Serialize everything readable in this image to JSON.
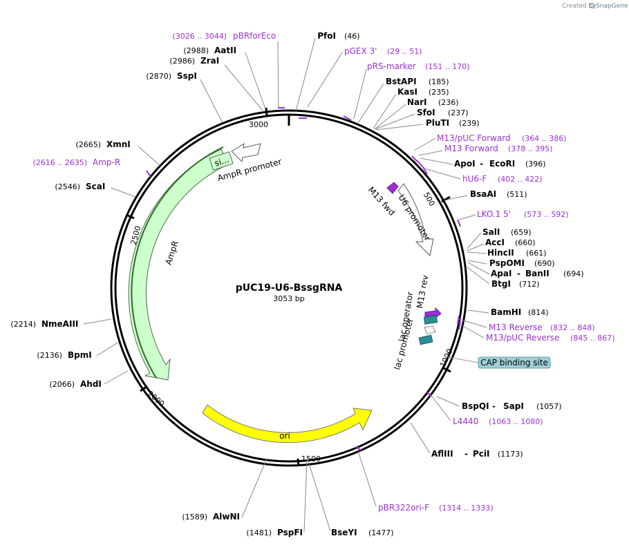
{
  "header": {
    "credit_prefix": "Created by",
    "credit_brand": "SnapGene"
  },
  "plasmid": {
    "name": "pUC19-U6-BssgRNA",
    "length": "3053 bp"
  },
  "ticks": [
    "3000",
    "500",
    "2500",
    "1000",
    "2000",
    "1500"
  ],
  "features": {
    "ampr_promoter": "AmpR promoter",
    "ampr": "AmpR",
    "si": "si...",
    "m13_fwd": "M13 fwd",
    "u6_promoter": "U6 promoter",
    "m13_rev": "M13 rev",
    "lac_operator": "lac operator",
    "lac_promoter": "lac promoter",
    "cap_binding_site": "CAP binding site",
    "ori": "ori"
  },
  "sites": [
    {
      "name": "PfoI",
      "pos": "(46)"
    },
    {
      "name": "AatII",
      "pos": "(2988)"
    },
    {
      "name": "ZraI",
      "pos": "(2986)"
    },
    {
      "name": "SspI",
      "pos": "(2870)"
    },
    {
      "name": "BstAPI",
      "pos": "(185)"
    },
    {
      "name": "KasI",
      "pos": "(235)"
    },
    {
      "name": "NarI",
      "pos": "(236)"
    },
    {
      "name": "SfoI",
      "pos": "(237)"
    },
    {
      "name": "PluTI",
      "pos": "(239)"
    },
    {
      "name": "XmnI",
      "pos": "(2665)"
    },
    {
      "name": "ApoI",
      "name2": "EcoRI",
      "pos": "(396)"
    },
    {
      "name": "ScaI",
      "pos": "(2546)"
    },
    {
      "name": "BsaAI",
      "pos": "(511)"
    },
    {
      "name": "SalI",
      "pos": "(659)"
    },
    {
      "name": "AccI",
      "pos": "(660)"
    },
    {
      "name": "HincII",
      "pos": "(661)"
    },
    {
      "name": "PspOMI",
      "pos": "(690)"
    },
    {
      "name": "ApaI",
      "name2": "BanII",
      "pos": "(694)"
    },
    {
      "name": "BtgI",
      "pos": "(712)"
    },
    {
      "name": "BamHI",
      "pos": "(814)"
    },
    {
      "name": "NmeAIII",
      "pos": "(2214)"
    },
    {
      "name": "BpmI",
      "pos": "(2136)"
    },
    {
      "name": "AhdI",
      "pos": "(2066)"
    },
    {
      "name": "BspQI",
      "name2": "SapI",
      "pos": "(1057)"
    },
    {
      "name": "AflIII",
      "name2": "PciI",
      "pos": "(1173)"
    },
    {
      "name": "AlwNI",
      "pos": "(1589)"
    },
    {
      "name": "PspFI",
      "pos": "(1481)"
    },
    {
      "name": "BseYI",
      "pos": "(1477)"
    }
  ],
  "primers": [
    {
      "name": "pBRforEco",
      "pos": "(3026 .. 3044)"
    },
    {
      "name": "pGEX 3'",
      "pos": "(29 .. 51)"
    },
    {
      "name": "pRS-marker",
      "pos": "(151 .. 170)"
    },
    {
      "name": "M13/pUC Forward",
      "pos": "(364 .. 386)"
    },
    {
      "name": "M13 Forward",
      "pos": "(378 .. 395)"
    },
    {
      "name": "Amp-R",
      "pos": "(2616 .. 2635)"
    },
    {
      "name": "hU6-F",
      "pos": "(402 .. 422)"
    },
    {
      "name": "LKO.1 5'",
      "pos": "(573 .. 592)"
    },
    {
      "name": "M13 Reverse",
      "pos": "(832 .. 848)"
    },
    {
      "name": "M13/pUC Reverse",
      "pos": "(845 .. 867)"
    },
    {
      "name": "L4440",
      "pos": "(1063 .. 1080)"
    },
    {
      "name": "pBR322ori-F",
      "pos": "(1314 .. 1333)"
    }
  ],
  "colors": {
    "backbone": "#000000",
    "primer": "#9B30D9",
    "ampr_fill": "#CCFFCC",
    "ori_fill": "#FFFF00",
    "promoter_fill": "#FFFFFF",
    "m13_fill": "#9B30D9",
    "lac_fill": "#2E8B9A",
    "cap_fill": "#9ECFD6"
  }
}
